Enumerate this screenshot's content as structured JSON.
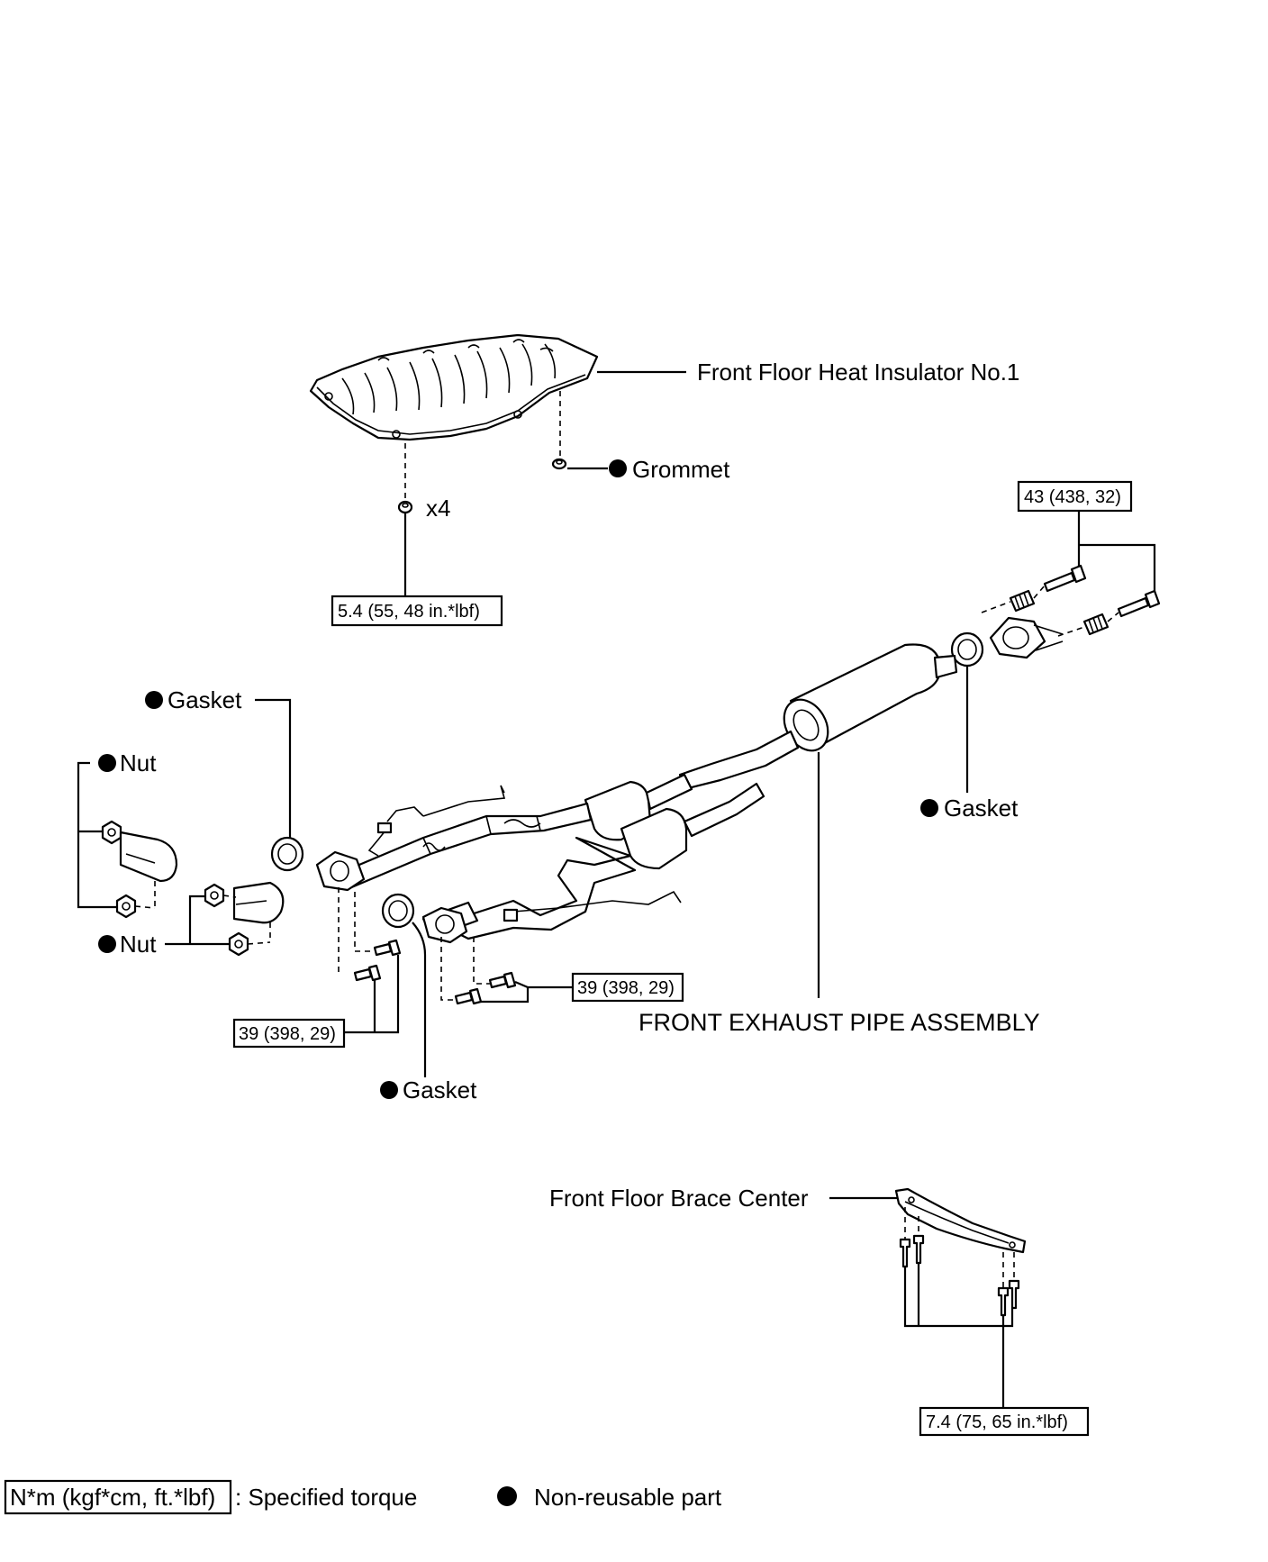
{
  "labels": {
    "heat_insulator": "Front Floor Heat Insulator No.1",
    "grommet": "Grommet",
    "x4": "x4",
    "gasket_upper_left": "Gasket",
    "nut_upper": "Nut",
    "nut_lower": "Nut",
    "gasket_right": "Gasket",
    "gasket_bottom": "Gasket",
    "front_exhaust_pipe": "FRONT EXHAUST PIPE ASSEMBLY",
    "brace_center": "Front Floor Brace Center"
  },
  "torques": {
    "insulator": "5.4 (55, 48 in.*lbf)",
    "tail_flange": "43 (438, 32)",
    "left_flange": "39 (398, 29)",
    "center_flange": "39 (398, 29)",
    "brace": "7.4 (75, 65 in.*lbf)"
  },
  "legend": {
    "unit_box": "N*m (kgf*cm, ft.*lbf)",
    "torque_text": ": Specified torque",
    "nonreusable_text": "Non-reusable part"
  }
}
